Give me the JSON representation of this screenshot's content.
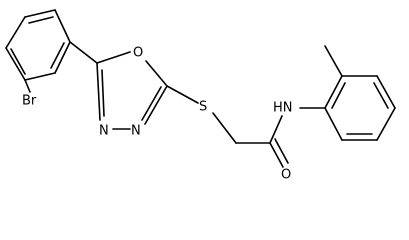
{
  "atoms": {
    "br": "Br",
    "o_ring": "O",
    "n_left": "N",
    "n_right": "N",
    "s": "S",
    "nh": "HN",
    "o_carbonyl": "O"
  }
}
